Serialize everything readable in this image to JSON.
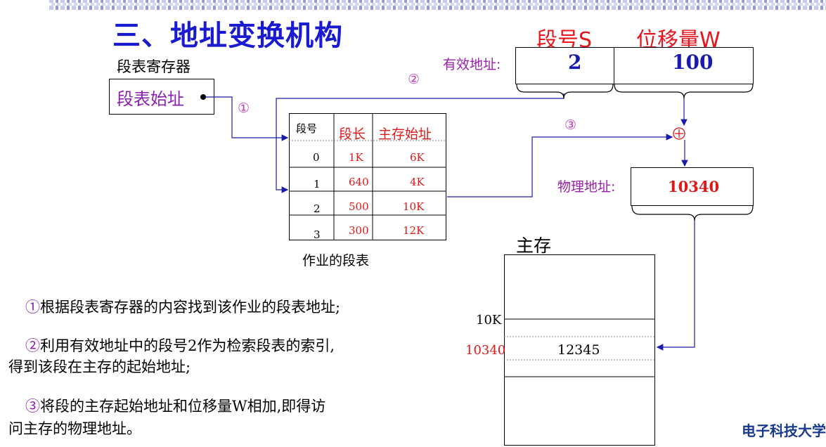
{
  "title": "三、地址变换机构",
  "segment_number_label": "段号S",
  "offset_label": "位移量W",
  "effective_address": {
    "label": "有效地址:",
    "segment": "2",
    "offset": "100"
  },
  "register": {
    "label": "段表寄存器",
    "content": "段表始址"
  },
  "steps_markers": [
    "①",
    "②",
    "③"
  ],
  "segment_table": {
    "headers": [
      "段号",
      "段长",
      "主存始址"
    ],
    "rows": [
      {
        "seg": "0",
        "len": "1K",
        "start": "6K"
      },
      {
        "seg": "1",
        "len": "640",
        "start": "4K"
      },
      {
        "seg": "2",
        "len": "500",
        "start": "10K"
      },
      {
        "seg": "3",
        "len": "300",
        "start": "12K"
      }
    ],
    "caption": "作业的段表"
  },
  "physical_address": {
    "label": "物理地址:",
    "value": "10340"
  },
  "main_memory": {
    "label": "主存",
    "marker_10k": "10K",
    "marker_10340": "10340",
    "cell_value": "12345"
  },
  "descriptions": [
    {
      "mark": "①",
      "lines": [
        "根据段表寄存器的内容找到该作业的段表地址;"
      ]
    },
    {
      "mark": "②",
      "lines": [
        "利用有效地址中的段号2作为检索段表的索引,",
        "得到该段在主存的起始地址;"
      ]
    },
    {
      "mark": "③",
      "lines": [
        "将段的主存起始地址和位移量W相加,即得访",
        "问主存的物理地址。"
      ]
    }
  ],
  "footer": "电子科技大学",
  "colors": {
    "title": "#1a1ad0",
    "accent_red": "#e8141e",
    "purple": "#9a1fa8",
    "arrow": "#1a1aa8"
  }
}
